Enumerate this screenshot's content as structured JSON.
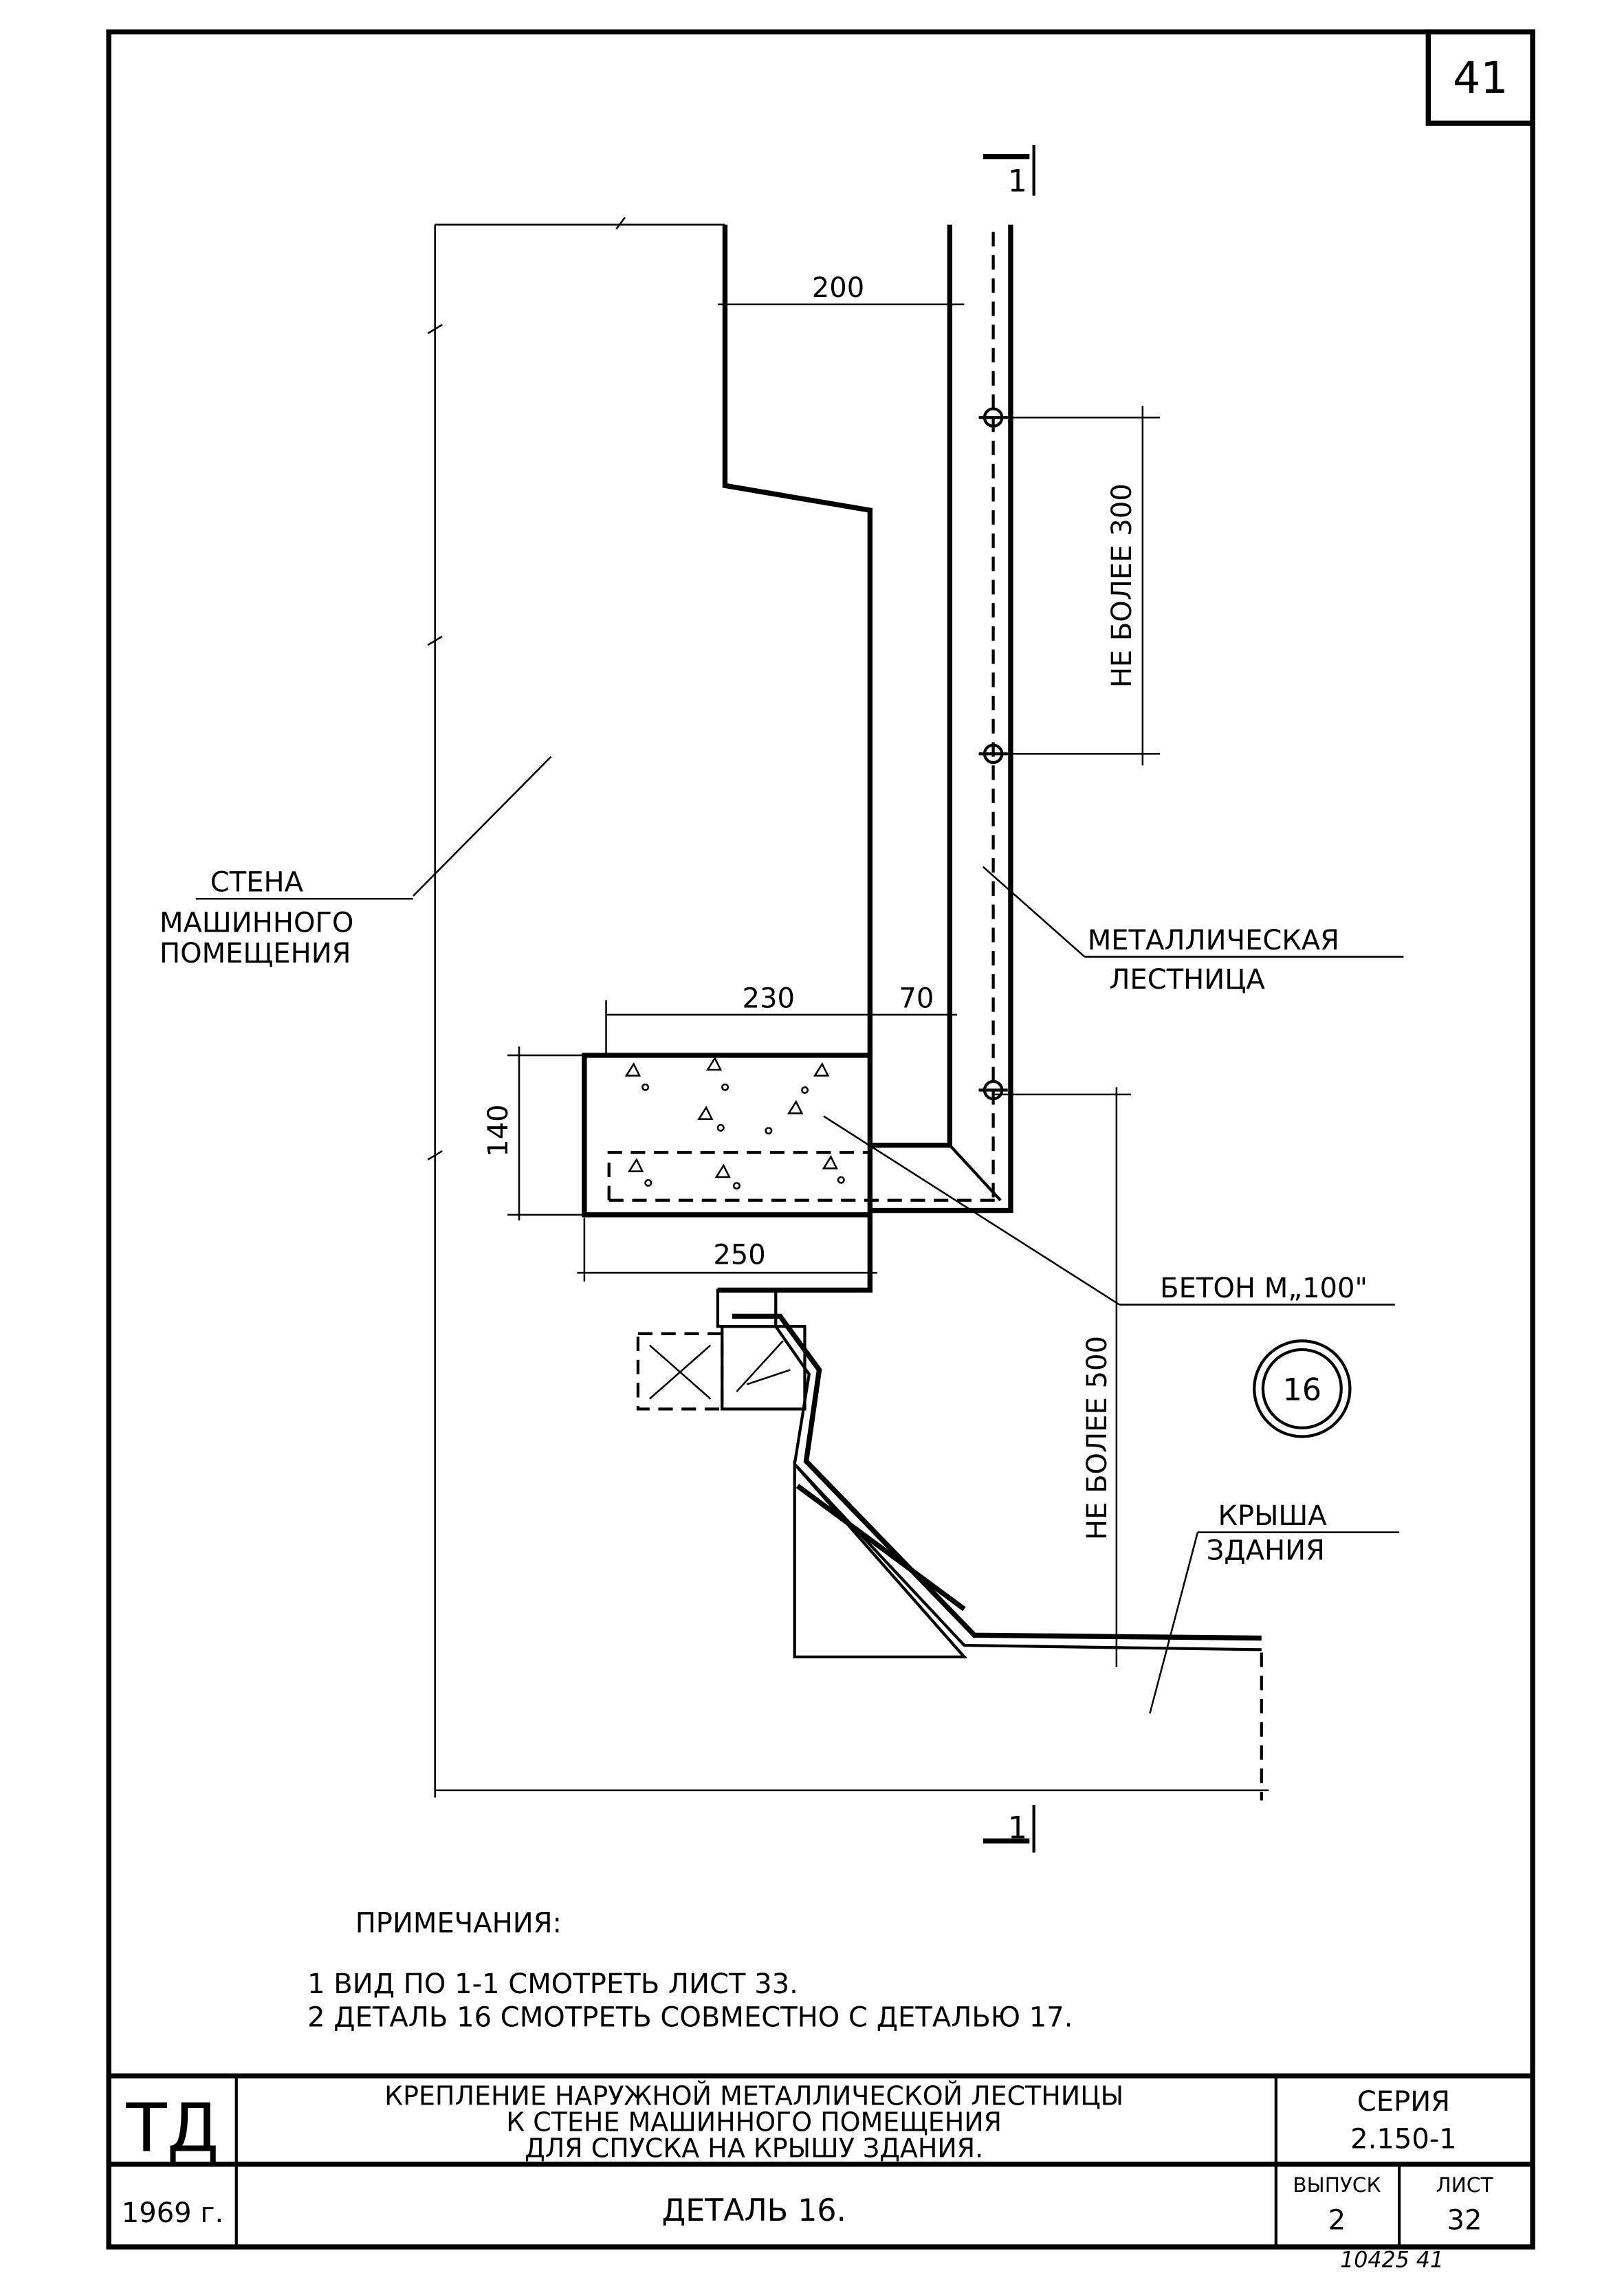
{
  "sheet_number": "41",
  "section_marker": "1",
  "dimensions": {
    "d200": "200",
    "not_more_300": "НЕ БОЛЕЕ 300",
    "d230": "230",
    "d70": "70",
    "d140": "140",
    "d250": "250",
    "not_more_500": "НЕ БОЛЕЕ 500"
  },
  "labels": {
    "wall": [
      "СТЕНА",
      "МАШИННОГО",
      "ПОМЕЩЕНИЯ"
    ],
    "ladder": [
      "МЕТАЛЛИЧЕСКАЯ",
      "ЛЕСТНИЦА"
    ],
    "concrete": "БЕТОН М„100\"",
    "roof": [
      "КРЫША",
      "ЗДАНИЯ"
    ],
    "detail_number": "16"
  },
  "notes": {
    "title": "ПРИМЕЧАНИЯ:",
    "items": [
      "1  ВИД ПО 1-1 СМОТРЕТЬ ЛИСТ 33.",
      "2  ДЕТАЛЬ 16 СМОТРЕТЬ СОВМЕСТНО С ДЕТАЛЬЮ 17."
    ]
  },
  "title_block": {
    "org": "ТД",
    "year": "1969 г.",
    "title_lines": [
      "КРЕПЛЕНИЕ НАРУЖНОЙ МЕТАЛЛИЧЕСКОЙ ЛЕСТНИЦЫ",
      "К СТЕНЕ МАШИННОГО ПОМЕЩЕНИЯ",
      "ДЛЯ СПУСКА НА КРЫШУ ЗДАНИЯ."
    ],
    "subtitle": "ДЕТАЛЬ 16.",
    "series_label": "СЕРИЯ",
    "series_value": "2.150-1",
    "issue_label": "ВЫПУСК",
    "issue_value": "2",
    "sheet_label": "ЛИСТ",
    "sheet_value": "32"
  },
  "handwritten_note": "10425  41"
}
